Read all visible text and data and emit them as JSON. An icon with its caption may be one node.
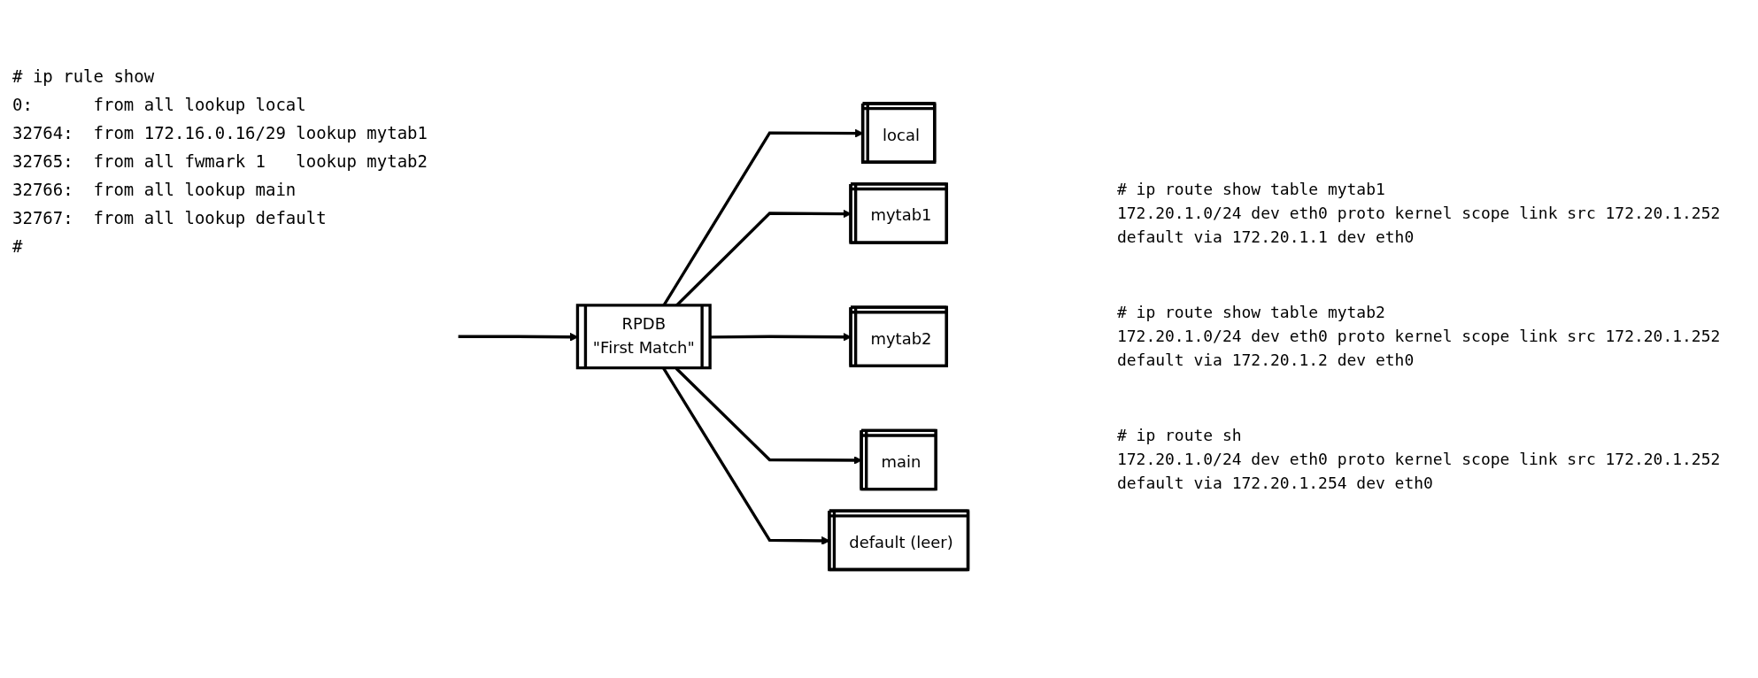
{
  "diagram": {
    "nodes": [
      {
        "text": [
          "RPDB",
          "\"First Match\""
        ]
      },
      {
        "text": [
          "local"
        ]
      },
      {
        "text": [
          "mytab1"
        ],
        "beside": [
          "# ip route show table mytab1",
          "172.20.1.0/24 dev eth0 proto kernel scope link src 172.20.1.252",
          "default via 172.20.1.1 dev eth0"
        ]
      },
      {
        "text": [
          "mytab2"
        ],
        "beside": [
          "# ip route show table mytab2",
          "172.20.1.0/24 dev eth0 proto kernel scope link src 172.20.1.252",
          "default via 172.20.1.2 dev eth0"
        ]
      },
      {
        "text": [
          "main"
        ],
        "beside": [
          "# ip route sh",
          "172.20.1.0/24 dev eth0 proto kernel scope link src 172.20.1.252",
          "default via 172.20.1.254 dev eth0"
        ]
      },
      {
        "text": [
          "default (leer)"
        ]
      }
    ],
    "edges": [
      {
        "from": null,
        "to": 0,
        "arrow": "to"
      },
      {
        "from": 0,
        "to": 1,
        "arrow": "to"
      },
      {
        "from": 0,
        "to": 2,
        "arrow": "to"
      },
      {
        "from": 0,
        "to": 3,
        "arrow": "to"
      },
      {
        "from": 0,
        "to": 4,
        "arrow": "to"
      },
      {
        "from": 0,
        "to": 5,
        "arrow": "to"
      }
    ],
    "labels": [
      "# ip rule show",
      "0:      from all lookup local",
      "32764:  from 172.16.0.16/29 lookup mytab1",
      "32765:  from all fwmark 1   lookup mytab2",
      "32766:  from all lookup main",
      "32767:  from all lookup default",
      "#"
    ]
  }
}
